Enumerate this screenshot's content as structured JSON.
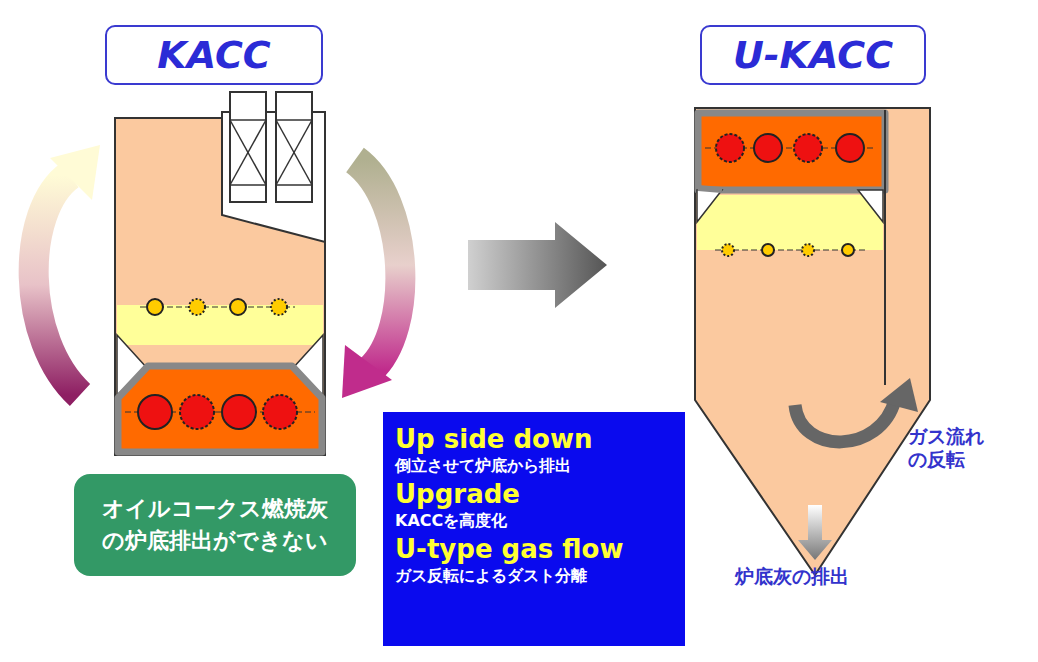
{
  "diagram": {
    "nodes": [
      {
        "text": [
          "KACC"
        ]
      },
      {
        "text": [
          "U-KACC"
        ]
      },
      {
        "text": [
          "オイルコークス燃焼灰 の炉底排出ができない"
        ]
      },
      {
        "text": [
          "Up side down",
          "倒立させて炉底から排出",
          "Upgrade",
          "KACCを高度化",
          "U-type gas flow",
          "ガス反転によるダスト分離"
        ]
      }
    ],
    "labels": [
      "ガス流れ の反転",
      "炉底灰の排出"
    ]
  }
}
